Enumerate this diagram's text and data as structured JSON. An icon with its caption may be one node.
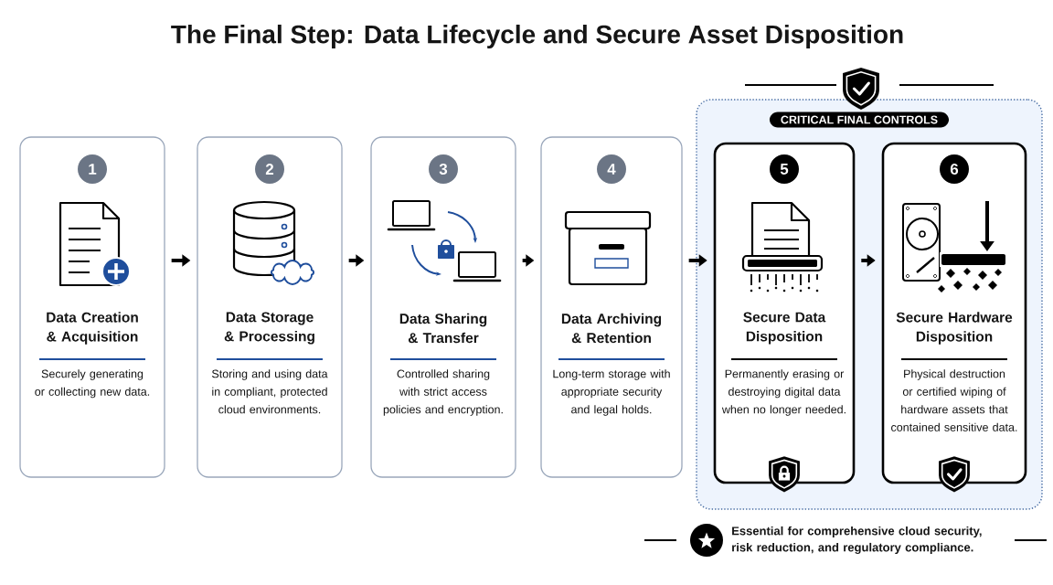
{
  "diagram": {
    "title": "The Final Step: Data Lifecycle and Secure Asset Disposition",
    "nodes": [
      {
        "text": [
          "1",
          "Data Creation & Acquisition",
          "Securely generating or collecting new data."
        ]
      },
      {
        "text": [
          "2",
          "Data Storage & Processing",
          "Storing and using data in compliant, protected cloud environments."
        ]
      },
      {
        "text": [
          "3",
          "Data Sharing & Transfer",
          "Controlled sharing with strict access policies and encryption."
        ]
      },
      {
        "text": [
          "4",
          "Data Archiving & Retention",
          "Long-term storage with appropriate security and legal holds."
        ]
      },
      {
        "text": [
          "CRITICAL FINAL CONTROLS"
        ]
      },
      {
        "text": [
          "5",
          "Secure Data Disposition",
          "Permanently erasing or destroying digital data when no longer needed."
        ],
        "in": 4
      },
      {
        "text": [
          "6",
          "Secure Hardware Disposition",
          "Physical destruction or certified wiping of hardware assets that contained sensitive data."
        ],
        "in": 4
      }
    ],
    "edges": [
      {
        "from": 0,
        "to": 1,
        "arrow": "to"
      },
      {
        "from": 1,
        "to": 2,
        "arrow": "to"
      },
      {
        "from": 2,
        "to": 3,
        "arrow": "to"
      },
      {
        "from": 3,
        "to": 5,
        "arrow": "to"
      },
      {
        "from": 5,
        "to": 6,
        "arrow": "to"
      }
    ],
    "labels": [
      "Essential for comprehensive cloud security, risk reduction, and regulatory compliance."
    ]
  }
}
